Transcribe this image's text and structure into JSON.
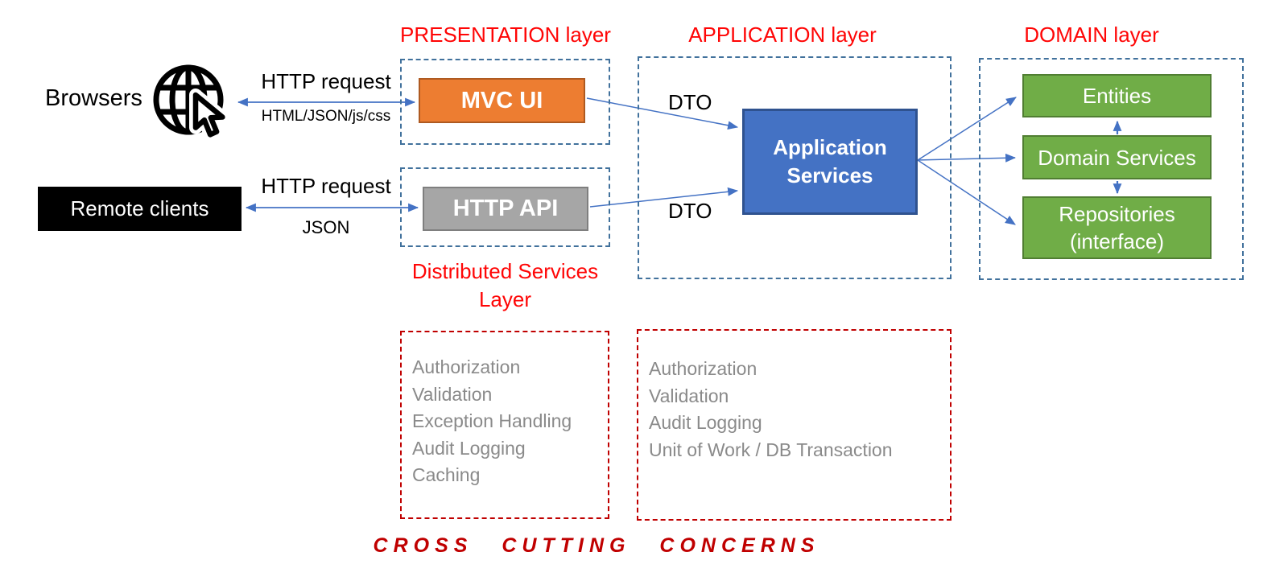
{
  "colors": {
    "title_red": "#FF0505",
    "dashed_red": "#C00000",
    "dashed_blue": "#41719C",
    "arrow_blue": "#4472C4",
    "orange_fill": "#ED7D31",
    "gray_fill": "#A6A6A6",
    "blue_fill": "#4472C4",
    "green_fill": "#70AD47",
    "gray_text": "#8A8A8A",
    "black_fill": "#000000"
  },
  "clients": {
    "browsers_label": "Browsers",
    "browser_link": {
      "top_label": "HTTP request",
      "bottom_label": "HTML/JSON/js/css"
    },
    "remote_clients_label": "Remote clients",
    "remote_link": {
      "top_label": "HTTP request",
      "bottom_label": "JSON"
    }
  },
  "presentation_layer": {
    "title": "PRESENTATION layer",
    "mvc_ui_label": "MVC UI"
  },
  "distributed_services_layer": {
    "title_line1": "Distributed Services",
    "title_line2": "Layer",
    "http_api_label": "HTTP API"
  },
  "application_layer": {
    "title": "APPLICATION layer",
    "dto_top_label": "DTO",
    "dto_bottom_label": "DTO",
    "app_services_line1": "Application",
    "app_services_line2": "Services"
  },
  "domain_layer": {
    "title": "DOMAIN layer",
    "entities_label": "Entities",
    "domain_services_label": "Domain Services",
    "repositories_label": "Repositories (interface)"
  },
  "cross_cutting_concerns": {
    "footer": "CROSS CUTTING CONCERNS",
    "presentation_concerns": [
      "Authorization",
      "Validation",
      "Exception Handling",
      "Audit Logging",
      "Caching"
    ],
    "application_concerns": [
      "Authorization",
      "Validation",
      "Audit Logging",
      "Unit of Work / DB Transaction"
    ]
  }
}
